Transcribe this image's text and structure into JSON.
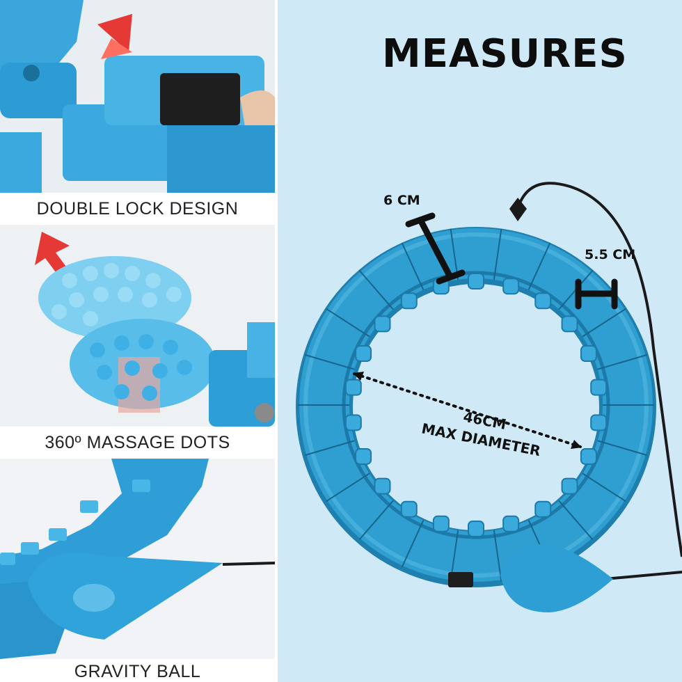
{
  "left_panels": [
    {
      "caption": "DOUBLE LOCK DESIGN"
    },
    {
      "caption": "360º MASSAGE DOTS"
    },
    {
      "caption": "GRAVITY BALL"
    }
  ],
  "measures": {
    "title": "MEASURES",
    "width_label": "6 CM",
    "thickness_label": "5.5 CM",
    "diameter_value": "46CM",
    "diameter_caption": "MAX DIAMETER"
  },
  "colors": {
    "hoop_blue": "#2f9ed0",
    "background": "#cfe9f7",
    "text": "#111111"
  }
}
